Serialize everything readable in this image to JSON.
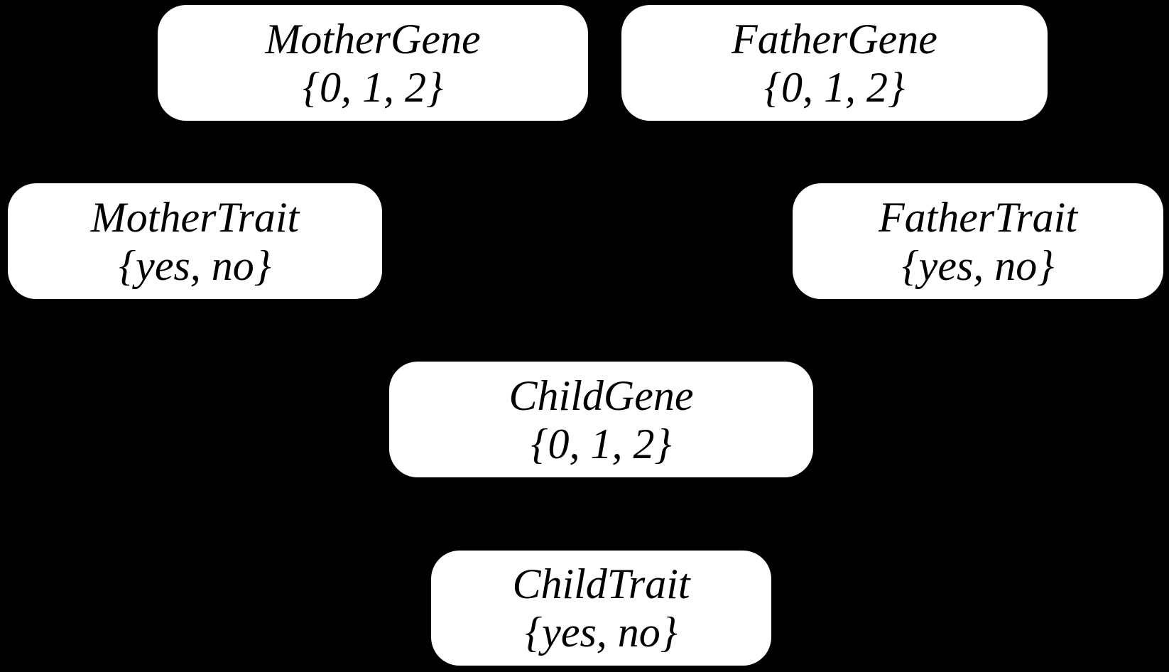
{
  "colors": {
    "background": "#000000",
    "node_fill": "#ffffff",
    "node_text": "#000000"
  },
  "diagram": {
    "nodes": [
      {
        "name": "MotherGene",
        "domain": "{0, 1, 2}"
      },
      {
        "name": "FatherGene",
        "domain": "{0, 1, 2}"
      },
      {
        "name": "MotherTrait",
        "domain": "{yes, no}"
      },
      {
        "name": "FatherTrait",
        "domain": "{yes, no}"
      },
      {
        "name": "ChildGene",
        "domain": "{0, 1, 2}"
      },
      {
        "name": "ChildTrait",
        "domain": "{yes, no}"
      }
    ]
  }
}
